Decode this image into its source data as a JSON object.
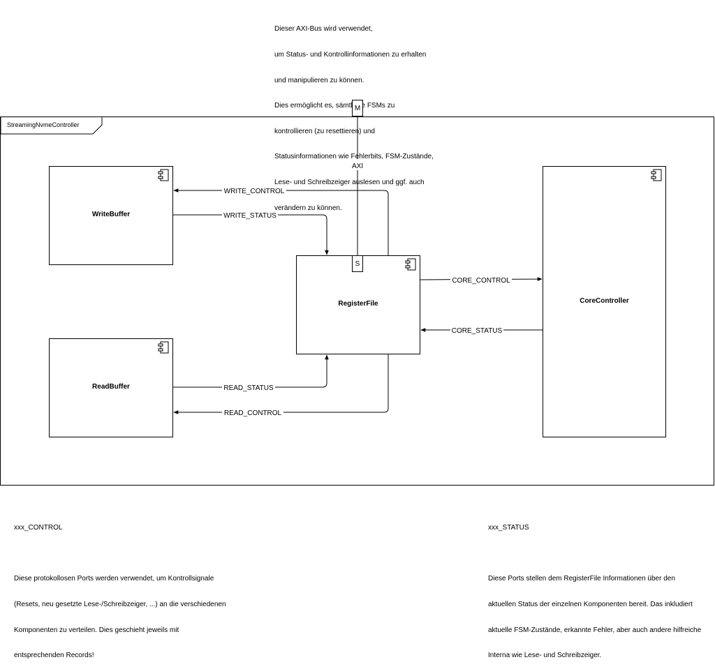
{
  "top_note": {
    "lines": [
      "Dieser AXI-Bus wird verwendet,",
      "um Status- und Kontrollinformationen zu erhalten",
      "und manipulieren zu können.",
      "Dies ermöglicht es, sämtliche FSMs zu",
      "kontrollieren (zu resettieren) und",
      "Statusinformationen wie Fehlerbits, FSM-Zustände,",
      "Lese- und Schreibzeiger auslesen und ggf. auch",
      "verändern zu können."
    ]
  },
  "frame": {
    "label": "StreamingNvmeController"
  },
  "ports": {
    "master": "M",
    "slave": "S"
  },
  "bus_label": "AXI",
  "components": {
    "write_buffer": "WriteBuffer",
    "read_buffer": "ReadBuffer",
    "register_file": "RegisterFile",
    "core_controller": "CoreController"
  },
  "signals": {
    "write_control": "WRITE_CONTROL",
    "write_status": "WRITE_STATUS",
    "read_status": "READ_STATUS",
    "read_control": "READ_CONTROL",
    "core_control": "CORE_CONTROL",
    "core_status": "CORE_STATUS"
  },
  "notes": {
    "control": {
      "title": "xxx_CONTROL",
      "lines": [
        "Diese protokollosen Ports werden verwendet, um Kontrollsignale",
        "(Resets, neu gesetzte Lese-/Schreibzeiger, ...) an die verschiedenen",
        "Komponenten zu verteilen. Dies geschieht jeweils mit",
        "entsprechenden Records!"
      ]
    },
    "status": {
      "title": "xxx_STATUS",
      "lines": [
        "Diese Ports stellen dem RegisterFile Informationen über den",
        "aktuellen Status der einzelnen Komponenten bereit. Das inkludiert",
        "aktuelle FSM-Zustände, erkannte Fehler, aber auch andere hilfreiche",
        "Interna wie Lese- und Schreibzeiger."
      ]
    }
  }
}
